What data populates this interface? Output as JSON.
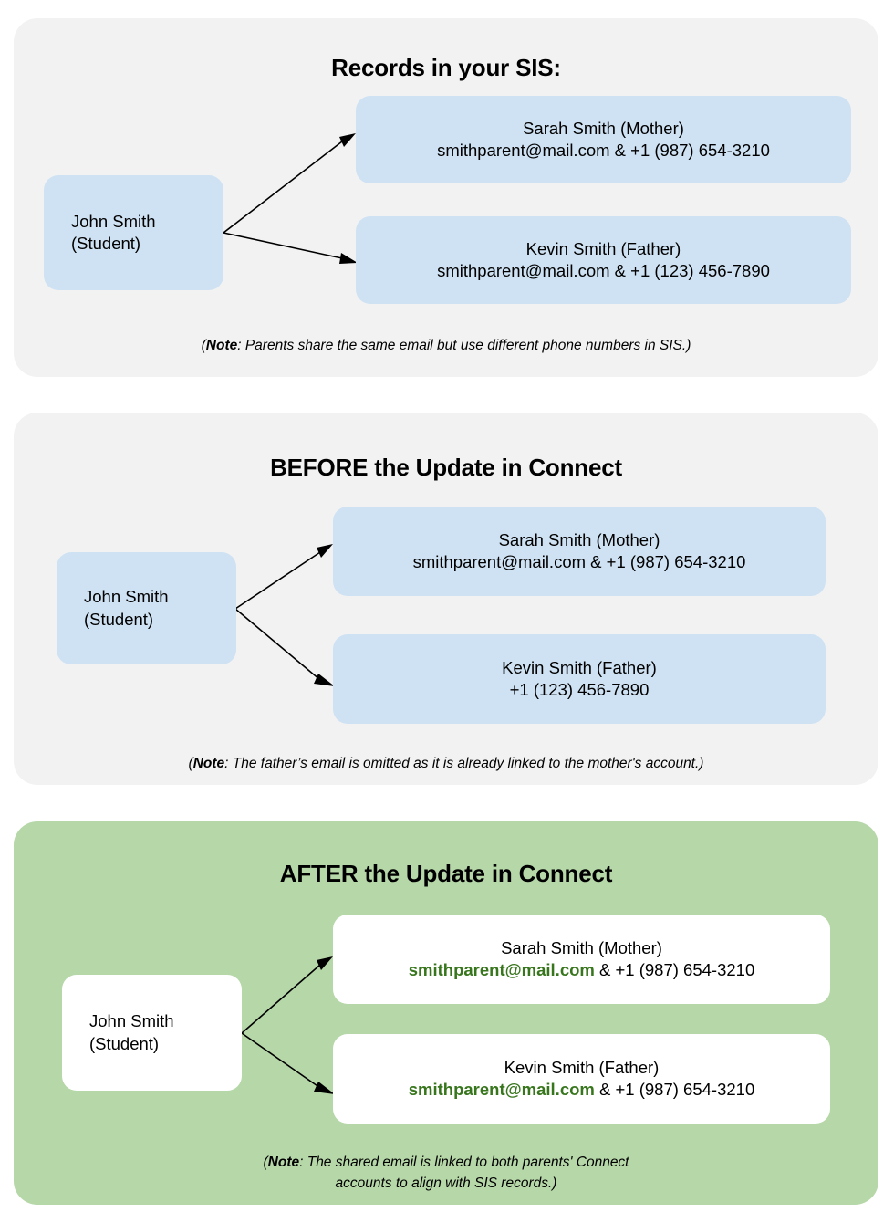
{
  "panels": [
    {
      "id": "sis",
      "title": "Records in your SIS:",
      "student": {
        "line1": "John Smith",
        "line2": "(Student)"
      },
      "parents": [
        {
          "name": "Sarah Smith (Mother)",
          "email": "smithparent@mail.com",
          "separator": " & ",
          "phone": "+1 (987) 654-3210",
          "email_highlighted": false
        },
        {
          "name": "Kevin Smith (Father)",
          "email": "smithparent@mail.com",
          "separator": " & ",
          "phone": "+1 (123) 456-7890",
          "email_highlighted": false
        }
      ],
      "note_label": "Note",
      "note_text": "(Note: Parents share the same email but use different phone numbers in SIS.)",
      "note_prefix": "(",
      "note_body": ": Parents share the same email but use different phone numbers in SIS.)"
    },
    {
      "id": "before",
      "title": "BEFORE the Update in Connect",
      "student": {
        "line1": "John Smith",
        "line2": "(Student)"
      },
      "parents": [
        {
          "name": "Sarah Smith (Mother)",
          "email": "smithparent@mail.com",
          "separator": " & ",
          "phone": "+1 (987) 654-3210",
          "email_highlighted": false
        },
        {
          "name": "Kevin Smith (Father)",
          "email": "",
          "separator": "",
          "phone": "+1 (123) 456-7890",
          "email_highlighted": false
        }
      ],
      "note_label": "Note",
      "note_text": "(Note: The father's email is omitted as it is already linked to the mother's account.)",
      "note_prefix": "(",
      "note_body": ": The father’s email is omitted as it is already linked to the mother's account.)"
    },
    {
      "id": "after",
      "title": "AFTER the Update in Connect",
      "student": {
        "line1": "John Smith",
        "line2": "(Student)"
      },
      "parents": [
        {
          "name": "Sarah Smith (Mother)",
          "email": "smithparent@mail.com",
          "separator": " & ",
          "phone": "+1 (987) 654-3210",
          "email_highlighted": true
        },
        {
          "name": "Kevin Smith (Father)",
          "email": "smithparent@mail.com",
          "separator": " & ",
          "phone": "+1 (987) 654-3210",
          "email_highlighted": true
        }
      ],
      "note_label": "Note",
      "note_text": "(Note: The shared email is linked to both parents' Connect accounts to align with SIS records.)",
      "note_prefix": "(",
      "note_body_line1": ": The shared email is linked to both parents' Connect",
      "note_body_line2": "accounts to align with SIS records.)"
    }
  ],
  "colors": {
    "panel_grey": "#f2f2f2",
    "panel_green": "#b6d7a8",
    "node_blue": "#cfe2f3",
    "node_white": "#ffffff",
    "email_highlight": "#38761d",
    "arrow": "#000000",
    "text": "#000000"
  }
}
